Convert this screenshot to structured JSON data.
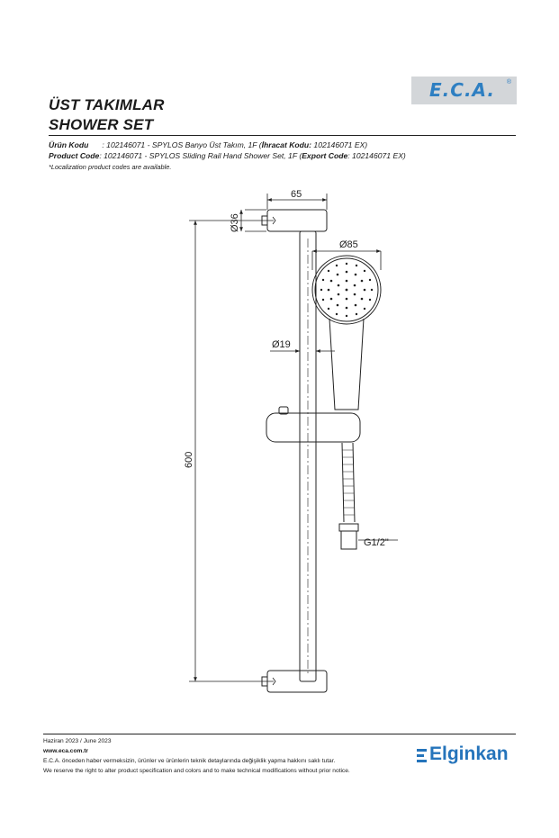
{
  "header": {
    "title_tr": "ÜST TAKIMLAR",
    "title_en": "SHOWER SET",
    "brand_logo": "E.C.A.",
    "brand_reg": "®"
  },
  "product": {
    "line1_label": "Ürün Kodu",
    "line1_value": ": 102146071 - SPYLOS Banyo Üst Takım, 1F (",
    "line1_export_label": "İhracat Kodu:",
    "line1_export_value": " 102146071 EX)",
    "line2_label": "Product Code",
    "line2_value": ": 102146071 - SPYLOS Sliding Rail Hand Shower Set, 1F (",
    "line2_export_label": "Export Code",
    "line2_export_value": ": 102146071 EX)",
    "note": "*Localization product codes are available."
  },
  "drawing": {
    "dim_width": "65",
    "dim_bracket_dia": "Ø36",
    "dim_head_dia": "Ø85",
    "dim_rail_dia": "Ø19",
    "dim_height": "600",
    "dim_thread": "G1/2\""
  },
  "footer": {
    "date": "Haziran 2023 / June 2023",
    "website": "www.eca.com.tr",
    "disclaimer_tr": "E.C.A. önceden haber vermeksizin, ürünler ve ürünlerin teknik detaylarında değişiklik yapma hakkını saklı tutar.",
    "disclaimer_en": "We reserve the right to alter product specification and colors and to make technical modifications without prior notice.",
    "distributor_logo": "Elginkan"
  },
  "colors": {
    "brand_blue": "#2e7fc2",
    "elginkan_blue": "#2574bb",
    "logo_bg": "#d3d6d9"
  }
}
